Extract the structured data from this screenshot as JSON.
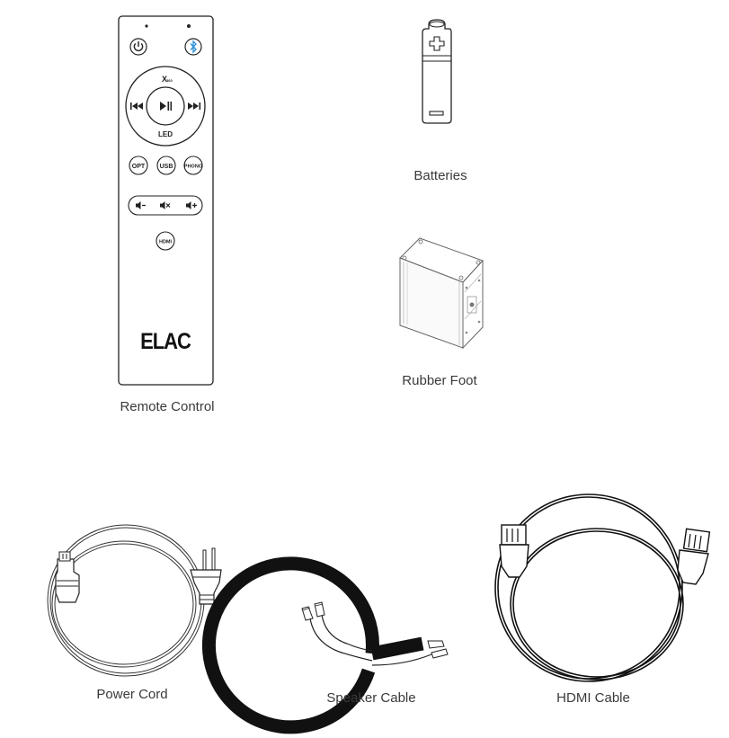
{
  "items": {
    "remote": {
      "caption": "Remote Control",
      "brand_logo": "ELAC",
      "buttons": {
        "power": "power-icon",
        "bluetooth": "bluetooth-icon",
        "top_ring": "X",
        "bottom_ring": "LED",
        "prev": "previous-track-icon",
        "play_pause": "play-pause-icon",
        "next": "next-track-icon",
        "opt": "OPT",
        "usb": "USB",
        "phono": "PHONO",
        "vol_down": "volume-down-icon",
        "mute": "mute-icon",
        "vol_up": "volume-up-icon",
        "hdmi": "HDMI"
      },
      "accent_color": "#2a8fd8"
    },
    "batteries": {
      "caption": "Batteries"
    },
    "rubber_foot": {
      "caption": "Rubber Foot"
    },
    "power_cord": {
      "caption": "Power Cord"
    },
    "speaker_cable": {
      "caption": "Speaker Cable"
    },
    "hdmi_cable": {
      "caption": "HDMI Cable"
    }
  }
}
